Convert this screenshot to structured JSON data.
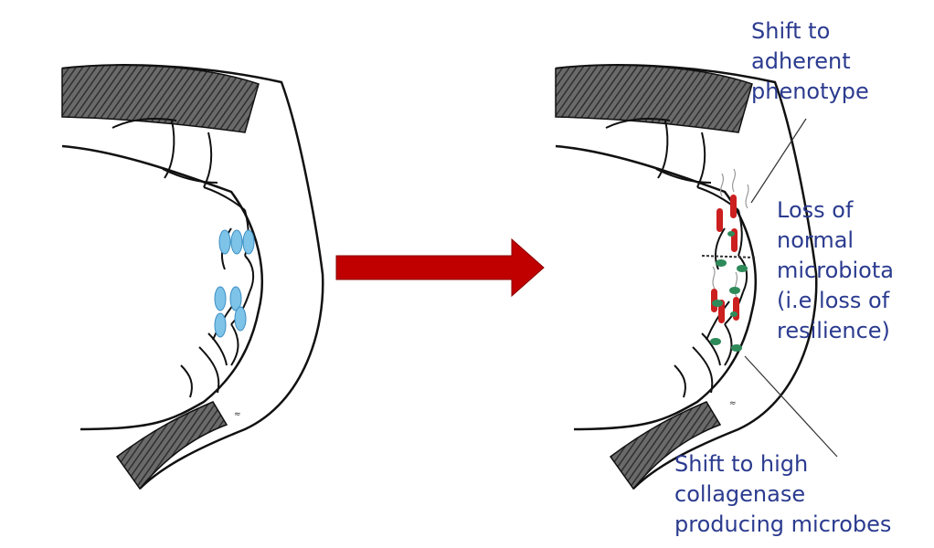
{
  "labels": {
    "adherent_shift": "Shift to\nadherent\nphenotype",
    "microbiota_loss": "Loss of\nnormal\nmicrobiota\n(i.e loss of\nresilience)",
    "collagenase_shift": "Shift to high\ncollagenase\nproducing microbes"
  },
  "colors": {
    "label_text": "#2b3b8f",
    "arrow": "#c00000",
    "normal_microbe": "#7ec3e8",
    "adherent_microbe": "#cc1f1f",
    "collagenase_microbe": "#2f8a5a",
    "hatched_tissue": "#555555",
    "outline": "#111111"
  },
  "icons": {
    "transition": "right-arrow",
    "normal_microbe": "blue-oval",
    "adherent_microbe": "red-rod",
    "collagenase_microbe": "green-blob"
  }
}
